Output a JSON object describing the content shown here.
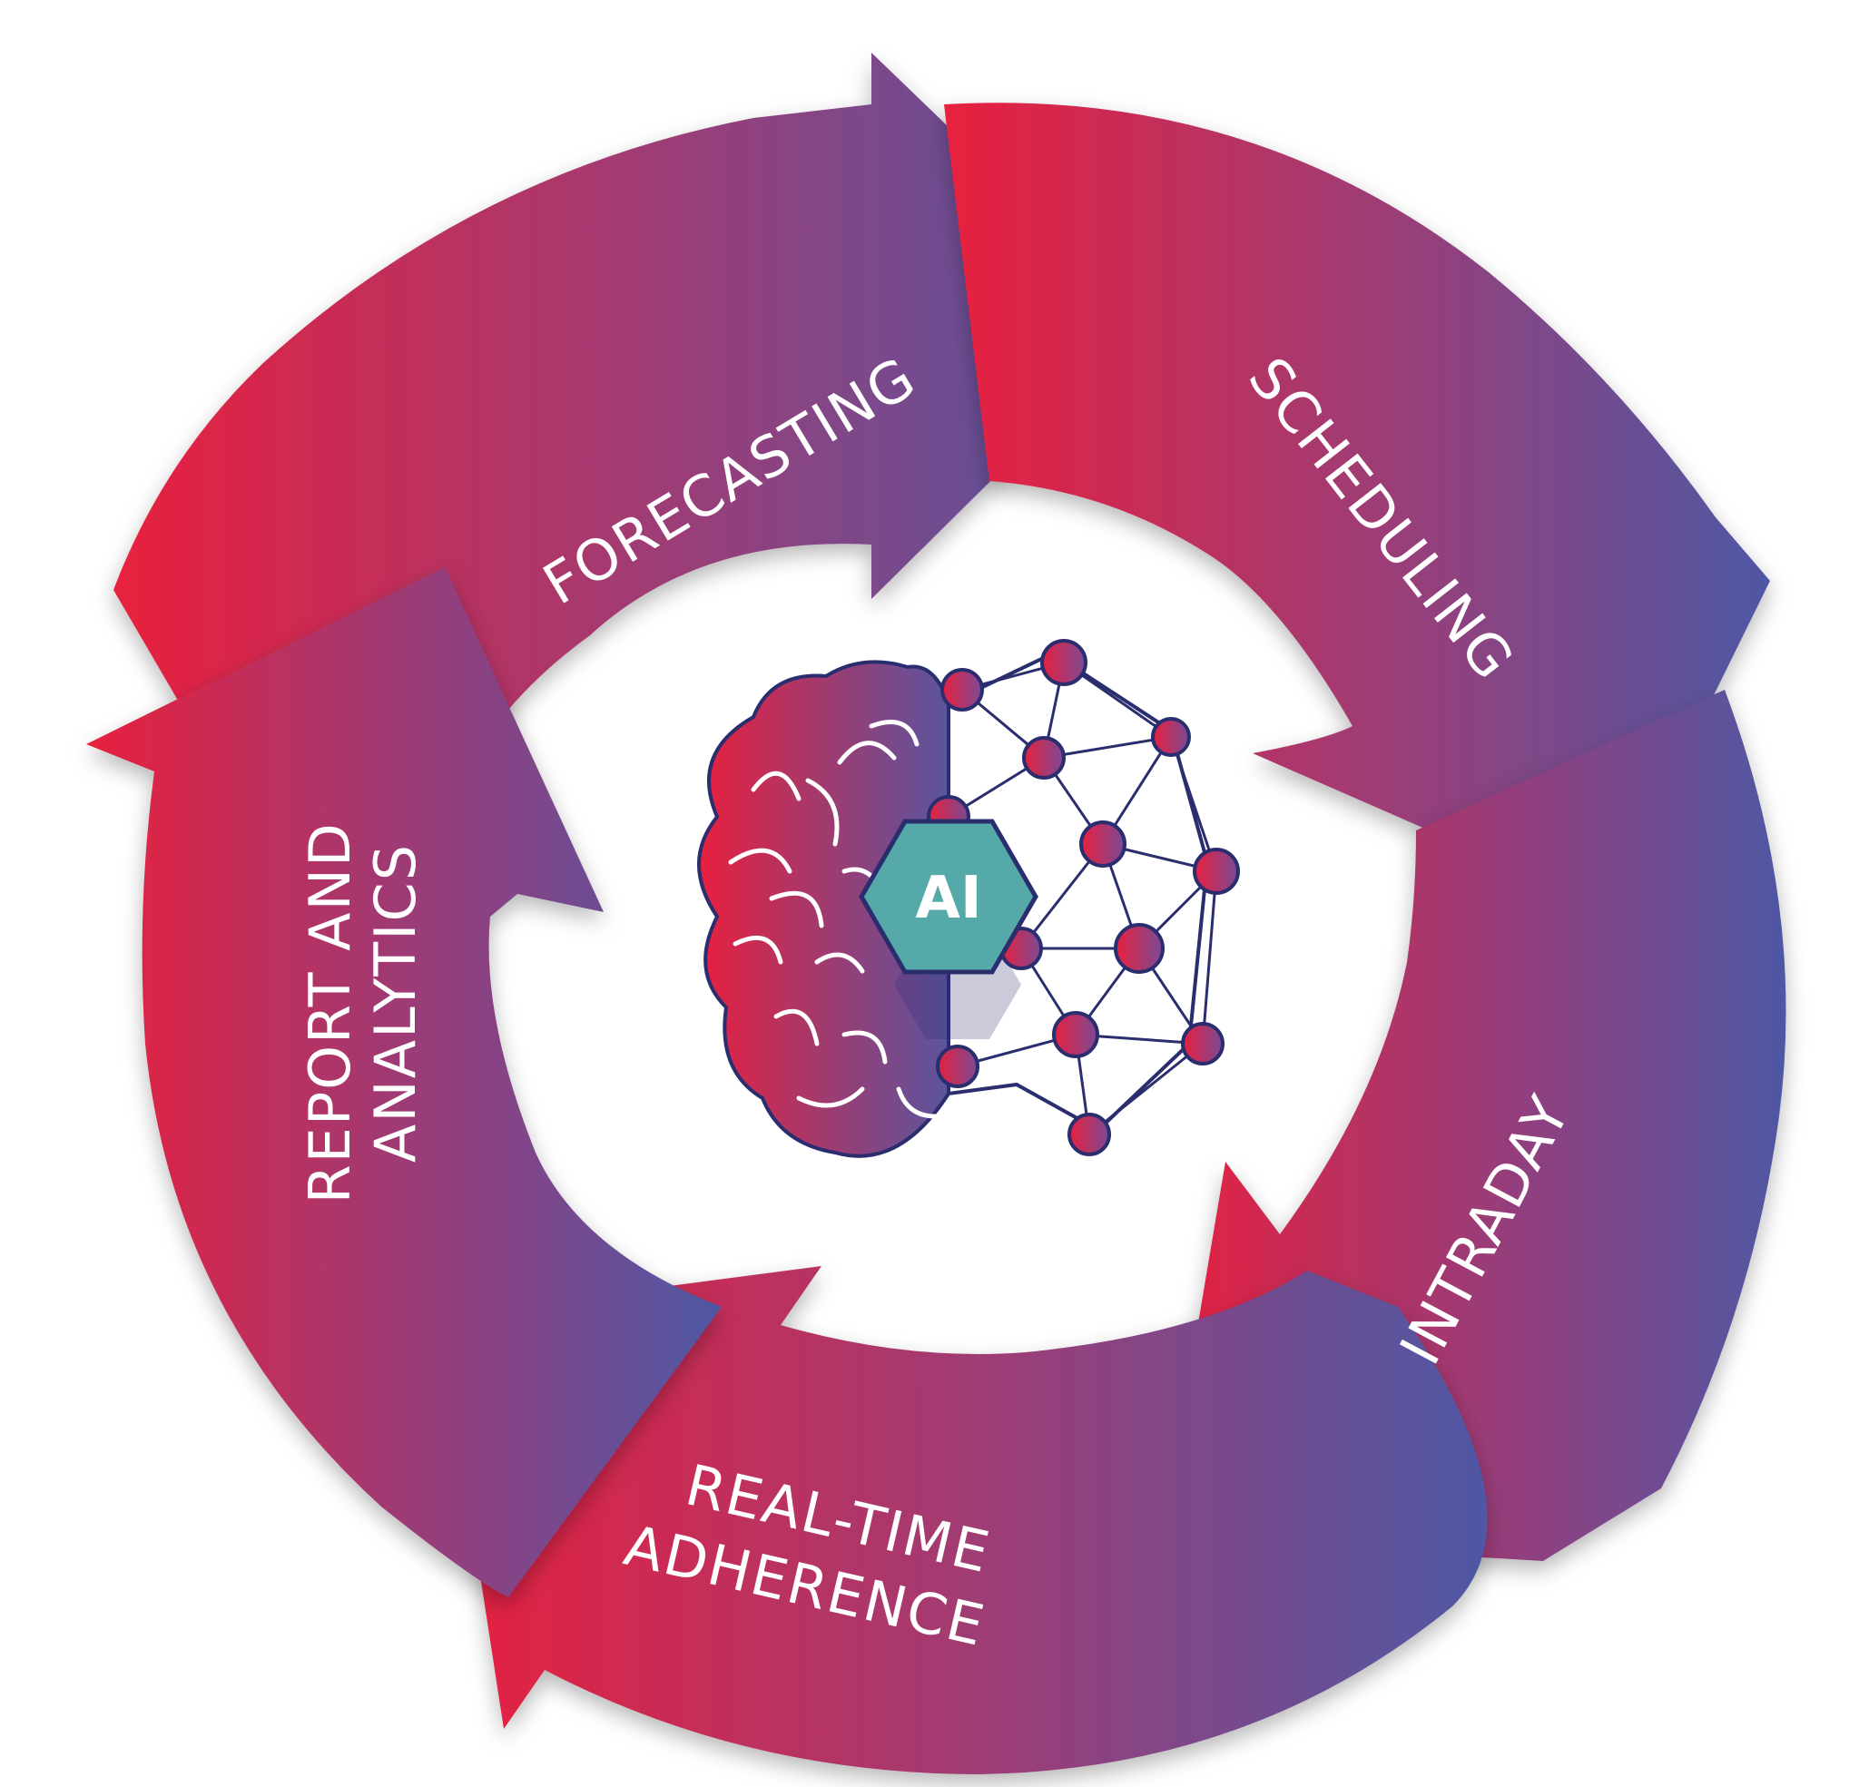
{
  "diagram": {
    "stages": [
      {
        "id": "forecasting",
        "lines": [
          "FORECASTING"
        ]
      },
      {
        "id": "scheduling",
        "lines": [
          "SCHEDULING"
        ]
      },
      {
        "id": "intraday",
        "lines": [
          "INTRADAY"
        ]
      },
      {
        "id": "real-time-adherence",
        "lines": [
          "REAL-TIME",
          "ADHERENCE"
        ]
      },
      {
        "id": "report-and-analytics",
        "lines": [
          "REPORT AND",
          "ANALYTICS"
        ]
      }
    ],
    "center": {
      "badge_text": "AI",
      "icon": "brain-network-icon"
    },
    "colors": {
      "gradient_start": "#E8203E",
      "gradient_mid": "#9A3E78",
      "gradient_end": "#4E58A4",
      "badge": "#55A9A8",
      "badge_outline": "#2A2D6E",
      "node_outline": "#2A2D6E"
    }
  }
}
